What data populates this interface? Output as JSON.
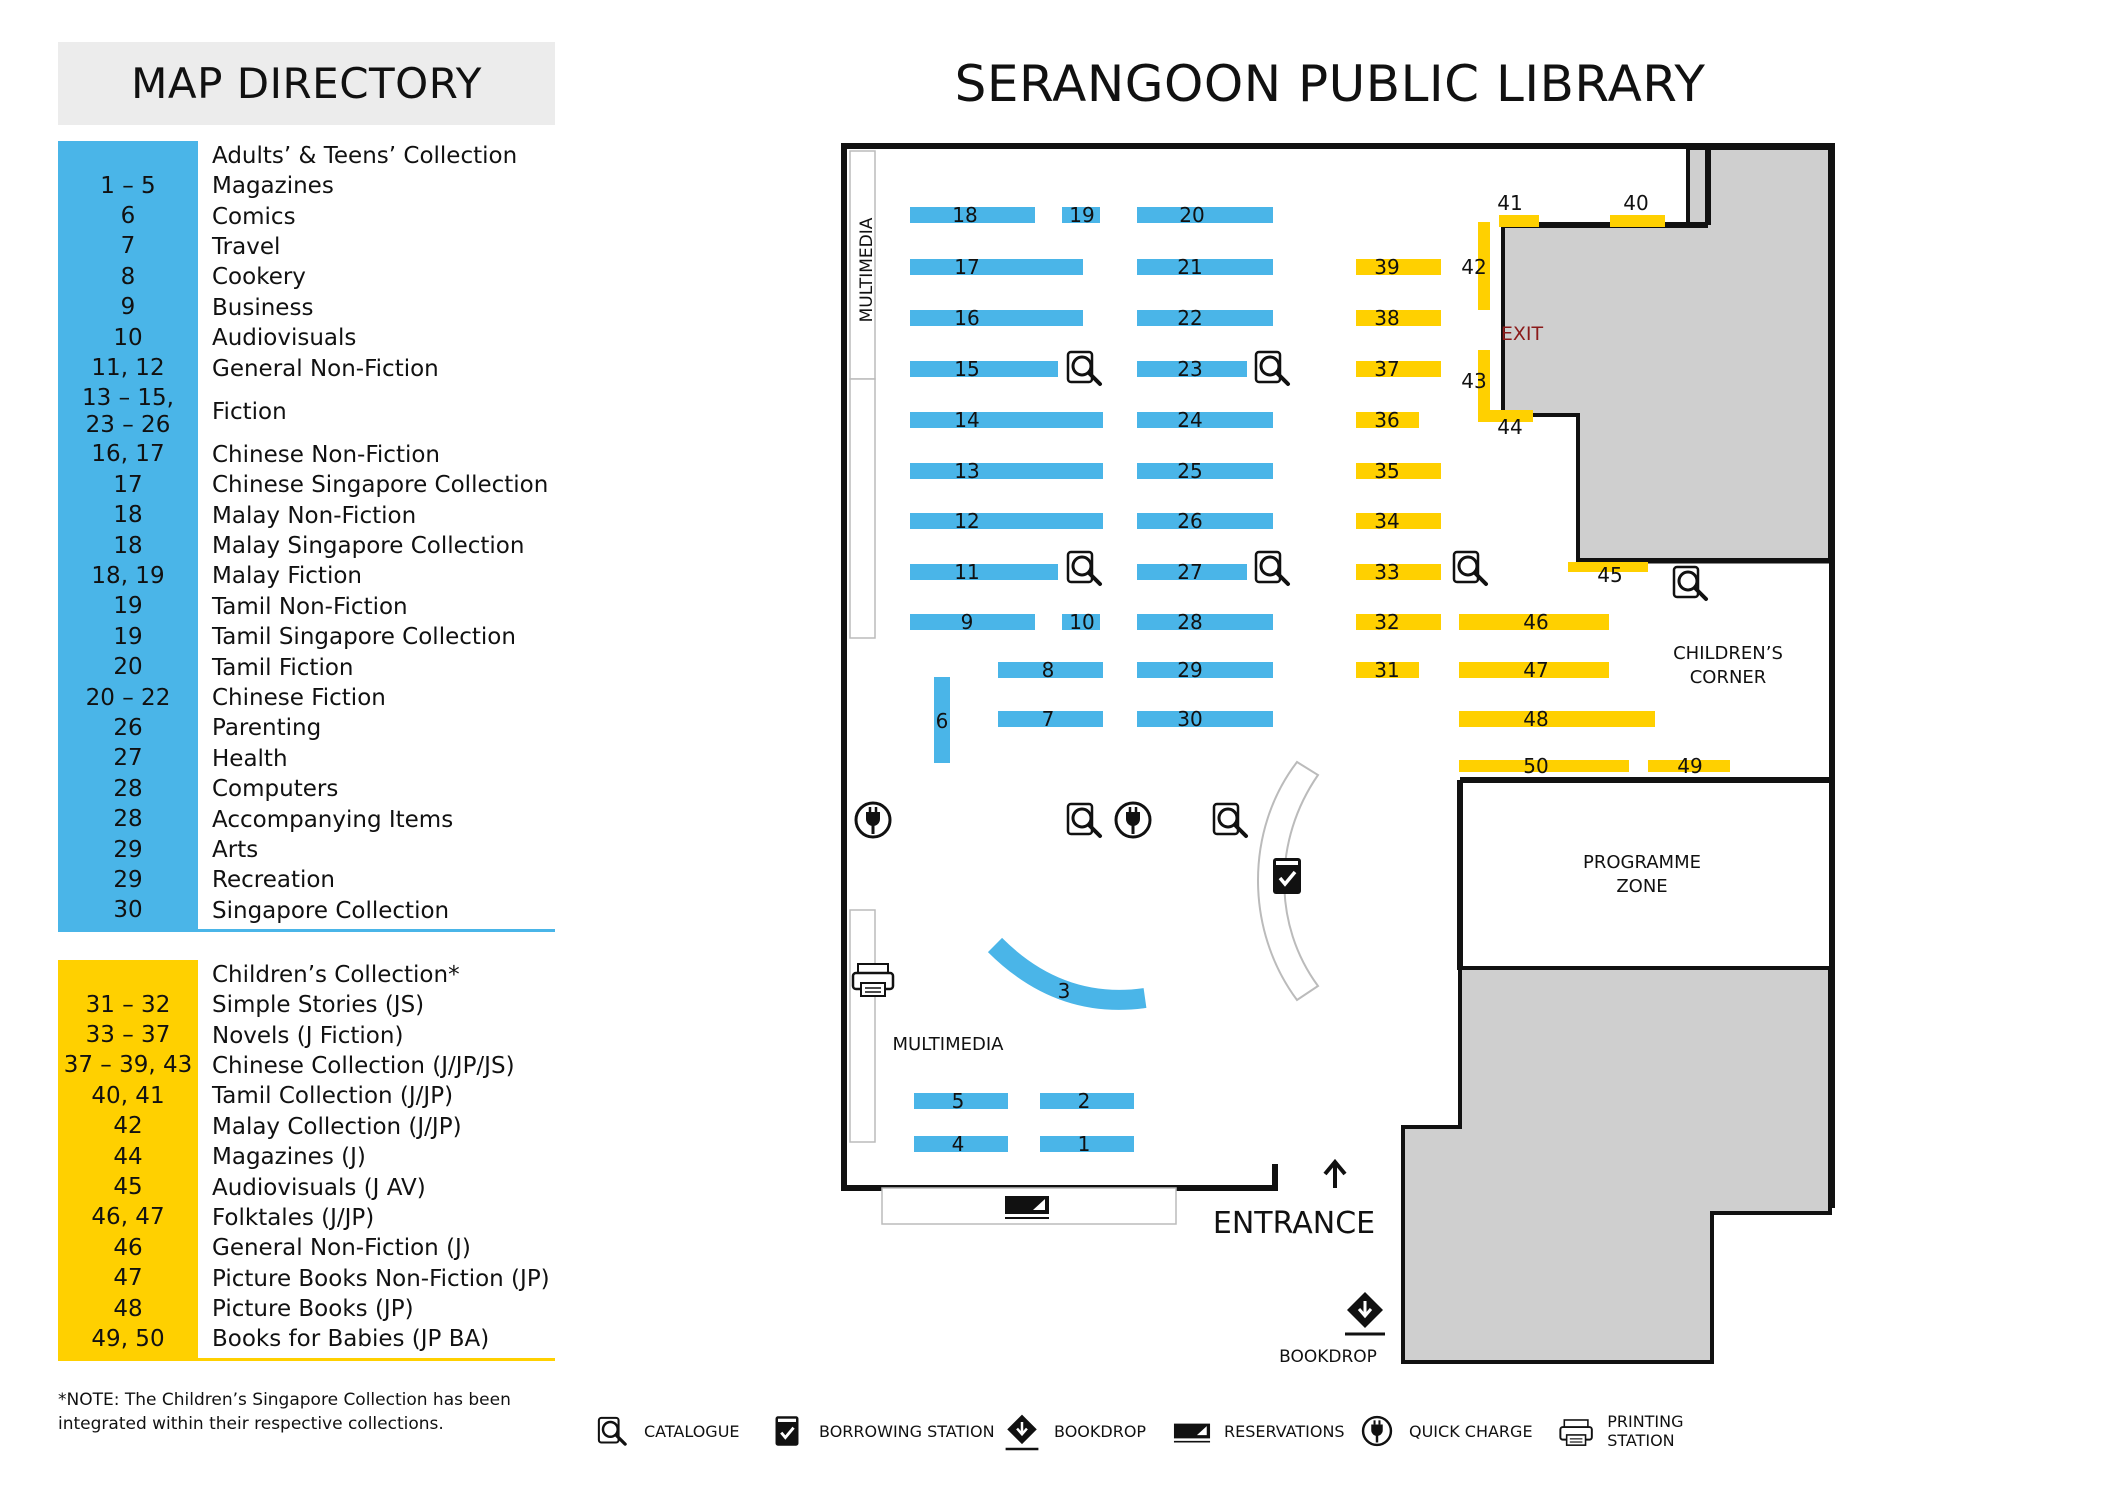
{
  "map_title": "SERANGOON PUBLIC LIBRARY",
  "directory": {
    "title": "MAP DIRECTORY",
    "adult": {
      "color": "#4ab5e8",
      "heading": "Adults’ & Teens’ Collection",
      "rows": [
        {
          "n": "1 – 5",
          "l": "Magazines"
        },
        {
          "n": "6",
          "l": "Comics"
        },
        {
          "n": "7",
          "l": "Travel"
        },
        {
          "n": "8",
          "l": "Cookery"
        },
        {
          "n": "9",
          "l": "Business"
        },
        {
          "n": "10",
          "l": "Audiovisuals"
        },
        {
          "n": "11, 12",
          "l": "General Non-Fiction"
        },
        {
          "n": "13 – 15,",
          "n2": "23 – 26",
          "l": "Fiction"
        },
        {
          "n": "16, 17",
          "l": "Chinese Non-Fiction"
        },
        {
          "n": "17",
          "l": "Chinese Singapore Collection"
        },
        {
          "n": "18",
          "l": "Malay Non-Fiction"
        },
        {
          "n": "18",
          "l": "Malay Singapore Collection"
        },
        {
          "n": "18, 19",
          "l": "Malay Fiction"
        },
        {
          "n": "19",
          "l": "Tamil Non-Fiction"
        },
        {
          "n": "19",
          "l": "Tamil Singapore Collection"
        },
        {
          "n": "20",
          "l": "Tamil Fiction"
        },
        {
          "n": "20 – 22",
          "l": "Chinese Fiction"
        },
        {
          "n": "26",
          "l": "Parenting"
        },
        {
          "n": "27",
          "l": "Health"
        },
        {
          "n": "28",
          "l": "Computers"
        },
        {
          "n": "28",
          "l": "Accompanying Items"
        },
        {
          "n": "29",
          "l": "Arts"
        },
        {
          "n": "29",
          "l": "Recreation"
        },
        {
          "n": "30",
          "l": "Singapore Collection"
        }
      ]
    },
    "children": {
      "color": "#ffd000",
      "heading": "Children’s Collection*",
      "rows": [
        {
          "n": "31 – 32",
          "l": "Simple Stories (JS)"
        },
        {
          "n": "33 – 37",
          "l": "Novels (J Fiction)"
        },
        {
          "n": "37 – 39, 43",
          "l": "Chinese Collection (J/JP/JS)"
        },
        {
          "n": "40, 41",
          "l": "Tamil Collection (J/JP)"
        },
        {
          "n": "42",
          "l": "Malay Collection (J/JP)"
        },
        {
          "n": "44",
          "l": "Magazines (J)"
        },
        {
          "n": "45",
          "l": "Audiovisuals (J AV)"
        },
        {
          "n": "46, 47",
          "l": "Folktales (J/JP)"
        },
        {
          "n": "46",
          "l": "General Non-Fiction (J)"
        },
        {
          "n": "47",
          "l": "Picture Books Non-Fiction (JP)"
        },
        {
          "n": "48",
          "l": "Picture Books (JP)"
        },
        {
          "n": "49, 50",
          "l": "Books for Babies (JP BA)"
        }
      ]
    },
    "note": "*NOTE: The Children’s Singapore Collection has been integrated within their respective collections."
  },
  "map_labels": {
    "multimedia_top": "MULTIMEDIA",
    "multimedia_bottom": "MULTIMEDIA",
    "exit": "EXIT",
    "childrens_corner_1": "CHILDREN’S",
    "childrens_corner_2": "CORNER",
    "programme_zone_1": "PROGRAMME",
    "programme_zone_2": "ZONE",
    "entrance": "ENTRANCE",
    "bookdrop": "BOOKDROP"
  },
  "shelf_numbers_adult": [
    "1",
    "2",
    "3",
    "4",
    "5",
    "6",
    "7",
    "8",
    "9",
    "10",
    "11",
    "12",
    "13",
    "14",
    "15",
    "16",
    "17",
    "18",
    "19",
    "20",
    "21",
    "22",
    "23",
    "24",
    "25",
    "26",
    "27",
    "28",
    "29",
    "30"
  ],
  "shelf_numbers_children": [
    "31",
    "32",
    "33",
    "34",
    "35",
    "36",
    "37",
    "38",
    "39",
    "40",
    "41",
    "42",
    "43",
    "44",
    "45",
    "46",
    "47",
    "48",
    "49",
    "50"
  ],
  "legend": [
    {
      "icon": "search-icon",
      "label": "CATALOGUE"
    },
    {
      "icon": "check-book-icon",
      "label": "BORROWING STATION"
    },
    {
      "icon": "bookdrop-icon",
      "label": "BOOKDROP"
    },
    {
      "icon": "reservation-icon",
      "label": "RESERVATIONS"
    },
    {
      "icon": "plug-icon",
      "label": "QUICK CHARGE"
    },
    {
      "icon": "printer-icon",
      "label": "PRINTING STATION"
    }
  ]
}
